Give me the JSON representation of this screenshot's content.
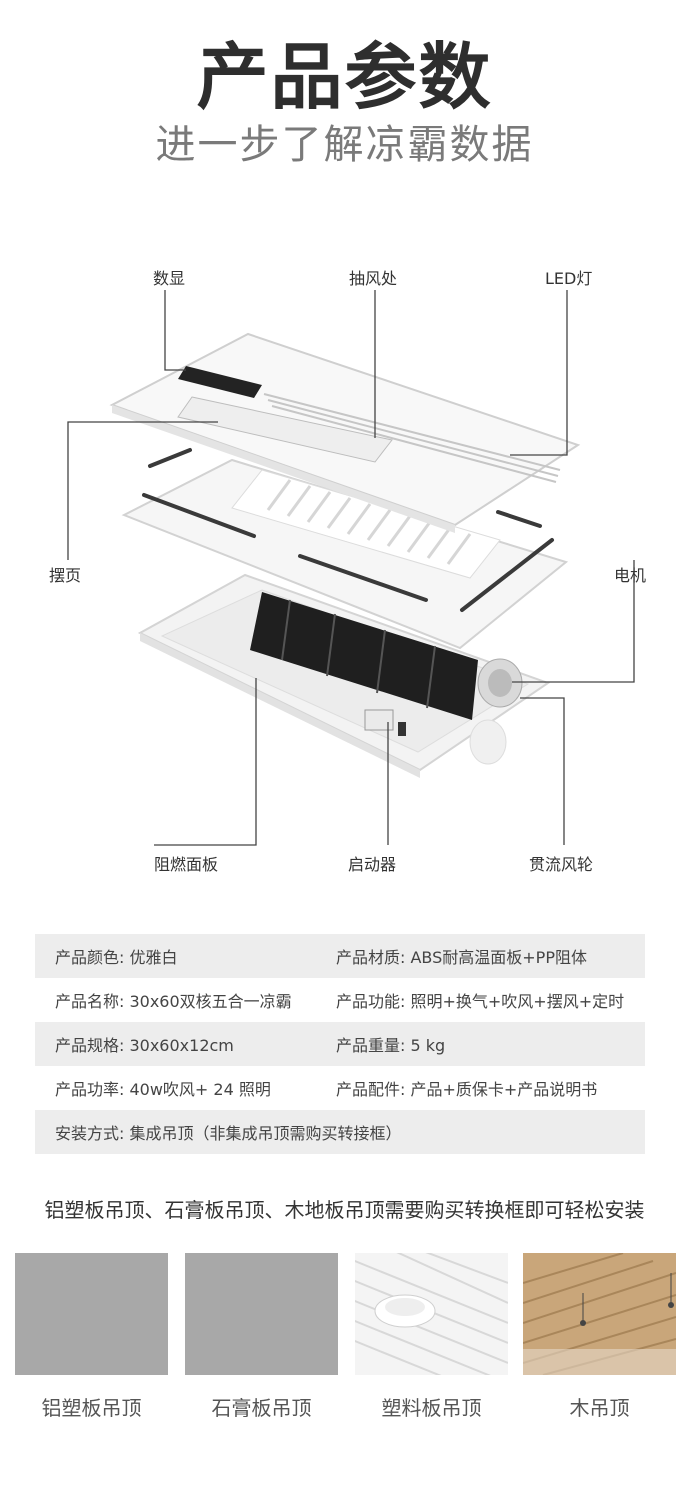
{
  "header": {
    "title": "产品参数",
    "subtitle": "进一步了解凉霸数据"
  },
  "diagram": {
    "labels": {
      "display": "数显",
      "air_intake": "抽风处",
      "led_light": "LED灯",
      "swing_top": "摆页",
      "motor": "电机",
      "flame_panel": "阻燃面板",
      "starter": "启动器",
      "cross_flow_wheel": "贯流风轮"
    }
  },
  "specs": {
    "rows": [
      {
        "left": "产品颜色: 优雅白",
        "right": "产品材质:  ABS耐高温面板+PP阻体"
      },
      {
        "left": "产品名称: 30x60双核五合一凉霸",
        "right": "产品功能:  照明+换气+吹风+摆风+定时"
      },
      {
        "left": "产品规格:  30x60x12cm",
        "right": "产品重量:   5 kg"
      },
      {
        "left": "产品功率:  40w吹风+ 24 照明",
        "right": "产品配件:  产品+质保卡+产品说明书"
      }
    ],
    "install": "安装方式:  集成吊顶（非集成吊顶需购买转接框）"
  },
  "install_note": "铝塑板吊顶、石膏板吊顶、木地板吊顶需要购买转换框即可轻松安装",
  "ceilings": [
    {
      "caption": "铝塑板吊顶"
    },
    {
      "caption": "石膏板吊顶"
    },
    {
      "caption": "塑料板吊顶"
    },
    {
      "caption": "木吊顶"
    }
  ],
  "colors": {
    "title": "#2e2e2e",
    "subtitle": "#7a7a7a",
    "row_shade": "#ededed",
    "swatch_gray": "#a8a8a8",
    "wood": "#c9a67a"
  }
}
